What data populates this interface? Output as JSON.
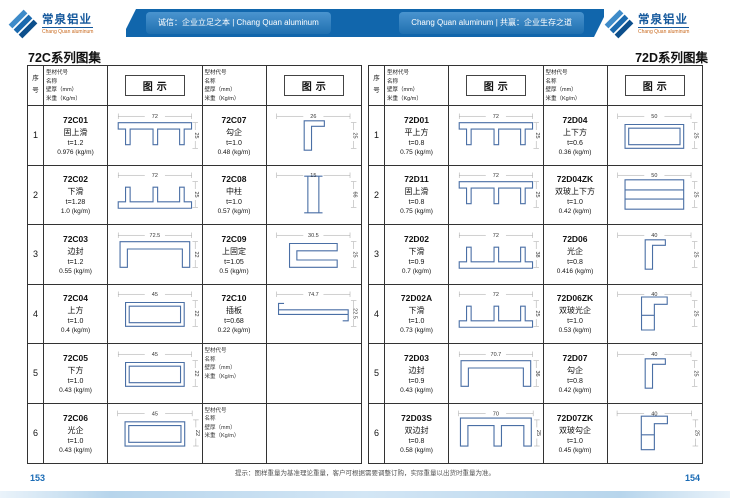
{
  "banner": {
    "slogan_left": "诚信：企业立足之本 | Chang Quan aluminum",
    "slogan_right": "Chang Quan aluminum | 共赢：企业生存之道",
    "logo_title": "常泉铝业",
    "logo_subtitle": "Chang Quan aluminum"
  },
  "table_header": {
    "seq_top": "序",
    "seq_bottom": "号",
    "info_lines": [
      "型材代号",
      "名称",
      "壁厚（mm）",
      "米重（Kg/m）"
    ],
    "illustration": "图示"
  },
  "pages": [
    {
      "title": "72C系列图集",
      "page_number": "153",
      "rows": [
        {
          "no": "1",
          "cells": [
            {
              "code": "72C01",
              "name": "固上滑",
              "t": "t=1.2",
              "wt": "0.976 (kg/m)",
              "draw": {
                "shape": "topslide",
                "w": "72",
                "h": "25"
              }
            },
            {
              "code": "72C07",
              "name": "勾企",
              "t": "t=1.0",
              "wt": "0.48 (kg/m)",
              "draw": {
                "shape": "hook",
                "w": "26",
                "h": "25"
              }
            }
          ]
        },
        {
          "no": "2",
          "cells": [
            {
              "code": "72C02",
              "name": "下滑",
              "t": "t=1.28",
              "wt": "1.0 (kg/m)",
              "draw": {
                "shape": "bottomslide",
                "w": "72",
                "h": "25"
              }
            },
            {
              "code": "72C08",
              "name": "中柱",
              "t": "t=1.0",
              "wt": "0.57 (kg/m)",
              "draw": {
                "shape": "post",
                "w": "15",
                "h": "66"
              }
            }
          ]
        },
        {
          "no": "3",
          "cells": [
            {
              "code": "72C03",
              "name": "边封",
              "t": "t=1.2",
              "wt": "0.55 (kg/m)",
              "draw": {
                "shape": "edgeseal",
                "w": "72.5",
                "h": "22"
              }
            },
            {
              "code": "72C09",
              "name": "上固定",
              "t": "t=1.05",
              "wt": "0.5 (kg/m)",
              "draw": {
                "shape": "fixedtop",
                "w": "30.5",
                "h": "25"
              }
            }
          ]
        },
        {
          "no": "4",
          "cells": [
            {
              "code": "72C04",
              "name": "上方",
              "t": "t=1.0",
              "wt": "0.4 (kg/m)",
              "draw": {
                "shape": "square",
                "w": "45",
                "h": "22"
              }
            },
            {
              "code": "72C10",
              "name": "插板",
              "t": "t=0.68",
              "wt": "0.22 (kg/m)",
              "draw": {
                "shape": "plate",
                "w": "74.7",
                "h": "22.5"
              }
            }
          ]
        },
        {
          "no": "5",
          "cells": [
            {
              "code": "72C05",
              "name": "下方",
              "t": "t=1.0",
              "wt": "0.43 (kg/m)",
              "draw": {
                "shape": "square",
                "w": "45",
                "h": "22"
              }
            },
            {
              "empty": true
            }
          ]
        },
        {
          "no": "6",
          "cells": [
            {
              "code": "72C06",
              "name": "光企",
              "t": "t=1.0",
              "wt": "0.43 (kg/m)",
              "draw": {
                "shape": "square",
                "w": "45",
                "h": "22"
              }
            },
            {
              "empty": true
            }
          ]
        }
      ]
    },
    {
      "title": "72D系列图集",
      "page_number": "154",
      "rows": [
        {
          "no": "1",
          "cells": [
            {
              "code": "72D01",
              "name": "平上方",
              "t": "t=0.8",
              "wt": "0.75 (kg/m)",
              "draw": {
                "shape": "topslide",
                "w": "72",
                "h": "25"
              }
            },
            {
              "code": "72D04",
              "name": "上下方",
              "t": "t=0.6",
              "wt": "0.36 (kg/m)",
              "draw": {
                "shape": "square",
                "w": "50",
                "h": "25"
              }
            }
          ]
        },
        {
          "no": "2",
          "cells": [
            {
              "code": "72D11",
              "name": "固上滑",
              "t": "t=0.8",
              "wt": "0.75 (kg/m)",
              "draw": {
                "shape": "topslide",
                "w": "72",
                "h": "25"
              }
            },
            {
              "code": "72D04ZK",
              "name": "双玻上下方",
              "t": "t=1.0",
              "wt": "0.42 (kg/m)",
              "draw": {
                "shape": "squarezk",
                "w": "50",
                "h": "25"
              }
            }
          ]
        },
        {
          "no": "3",
          "cells": [
            {
              "code": "72D02",
              "name": "下滑",
              "t": "t=0.9",
              "wt": "0.7 (kg/m)",
              "draw": {
                "shape": "bottomslide",
                "w": "72",
                "h": "38"
              }
            },
            {
              "code": "72D06",
              "name": "光企",
              "t": "t=0.8",
              "wt": "0.416 (kg/m)",
              "draw": {
                "shape": "hook",
                "w": "40",
                "h": "25"
              }
            }
          ]
        },
        {
          "no": "4",
          "cells": [
            {
              "code": "72D02A",
              "name": "下滑",
              "t": "t=1.0",
              "wt": "0.73 (kg/m)",
              "draw": {
                "shape": "bottomslide",
                "w": "72",
                "h": "25"
              }
            },
            {
              "code": "72D06ZK",
              "name": "双玻光企",
              "t": "t=1.0",
              "wt": "0.53 (kg/m)",
              "draw": {
                "shape": "hookzk",
                "w": "40",
                "h": "25"
              }
            }
          ]
        },
        {
          "no": "5",
          "cells": [
            {
              "code": "72D03",
              "name": "边封",
              "t": "t=0.9",
              "wt": "0.43 (kg/m)",
              "draw": {
                "shape": "edgeseal",
                "w": "70.7",
                "h": "36"
              }
            },
            {
              "code": "72D07",
              "name": "勾企",
              "t": "t=0.8",
              "wt": "0.42 (kg/m)",
              "draw": {
                "shape": "hook",
                "w": "40",
                "h": "25"
              }
            }
          ]
        },
        {
          "no": "6",
          "cells": [
            {
              "code": "72D03S",
              "name": "双边封",
              "t": "t=0.8",
              "wt": "0.58 (kg/m)",
              "draw": {
                "shape": "edgeseal2",
                "w": "70",
                "h": "25"
              }
            },
            {
              "code": "72D07ZK",
              "name": "双玻勾企",
              "t": "t=1.0",
              "wt": "0.45 (kg/m)",
              "draw": {
                "shape": "hookzk",
                "w": "40",
                "h": "25"
              }
            }
          ]
        }
      ]
    }
  ],
  "footer": {
    "note": "提示：图样重量为基准理论重量，客户可根据需要调整订购，实际重量以出货时重量为准。"
  }
}
